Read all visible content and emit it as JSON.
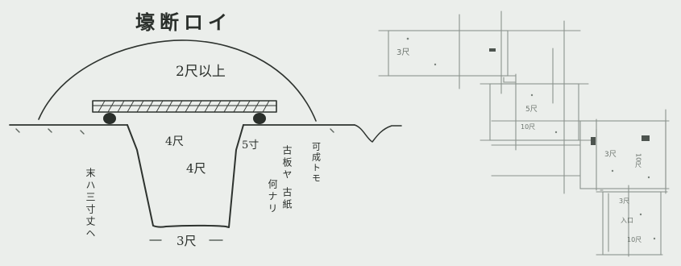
{
  "section_sketch": {
    "title": "壕断ロイ",
    "soil_cover": "2尺以上",
    "top_width": "4尺",
    "depth": "4尺",
    "side_offset": "5寸",
    "bottom_width": "3尺",
    "note_left": "末ハ三寸丈ヘ",
    "note_right_1": "古板ヤ 古紙",
    "note_right_2": "何ナリ",
    "note_right_3": "可成トモ"
  },
  "plan_sketch": {
    "room_a": "3尺",
    "room_b": "5尺",
    "room_b_2": "10尺",
    "room_c": "3尺",
    "room_c_2": "10尺",
    "room_d": "3尺",
    "room_d_2": "入口",
    "room_d_3": "10尺"
  }
}
